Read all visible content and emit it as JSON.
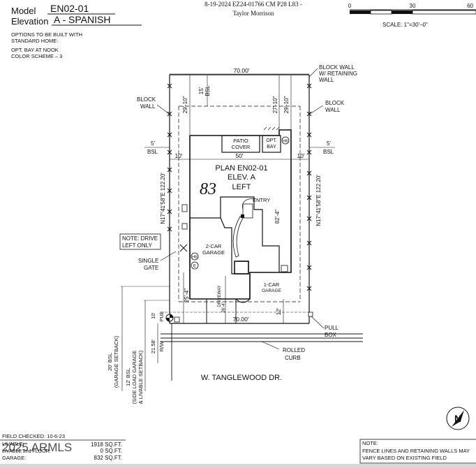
{
  "header": {
    "model_label": "Model",
    "model_value": "EN02-01",
    "elevation_label": "Elevation",
    "elevation_value": "A - SPANISH",
    "date_line": "8-19-2024 EZ24-01766 CM P28 L83 -",
    "builder": "Taylor Morrison",
    "options_line1": "OPTIONS TO BE BUILT WITH",
    "options_line2": "STANDARD HOME:",
    "option1": "OPT. BAY AT NOOK",
    "option2": "COLOR SCHEME  –  3"
  },
  "scale": {
    "ticks": [
      "0",
      "30",
      "60"
    ],
    "text": "SCALE:  1\"=30'–0\""
  },
  "labels": {
    "block_wall_retaining_1": "BLOCK WALL",
    "block_wall_retaining_2": "W/ RETAINING",
    "block_wall_retaining_3": "WALL",
    "block_wall_left_1": "BLOCK",
    "block_wall_left_2": "WALL",
    "block_wall_right_1": "BLOCK",
    "block_wall_right_2": "WALL",
    "bsl_left_dim": "5'",
    "bsl_left": "BSL",
    "bsl_right_dim": "5'",
    "bsl_right": "BSL",
    "note_drive_1": "NOTE: DRIVE",
    "note_drive_2": "LEFT ONLY",
    "single_gate_1": "SINGLE",
    "single_gate_2": "GATE",
    "pull_box_1": "PULL",
    "pull_box_2": "BOX",
    "rolled_curb_1": "ROLLED",
    "rolled_curb_2": "CURB",
    "street": "W. TANGLEWOOD DR.",
    "bsl_garage_1": "20' BSL",
    "bsl_garage_2": "(GARAGE SETBACK)",
    "bsl_side_1": "12' BSL",
    "bsl_side_2": "(SIDE LOAD GARAGE",
    "bsl_side_3": "& LIVABLE SETBACK)",
    "rw": "R/W",
    "rw_dim": "21.58'",
    "pue": "PUE",
    "pue_dim": "10'"
  },
  "dimensions": {
    "top_width": "70.00'",
    "bottom_width": "70.00'",
    "rear_bsl": "15'",
    "rear_bsl_label": "BSL",
    "rear_left": "29'-10\"",
    "rear_mid": "27'-10\"",
    "rear_right": "29'-10\"",
    "side_left": "10'",
    "house_width": "50'",
    "side_right": "10'",
    "house_depth": "82'-4\"",
    "front_left": "25'-4\"",
    "driveway_len": "26'-4\"",
    "front_right": "12'",
    "left_bearing": "N17°41'58\"E 122.20'",
    "right_bearing": "N17°41'58\"E 122.20'"
  },
  "plan": {
    "name": "PLAN EN02-01",
    "elevation": "ELEV. A",
    "handing": "LEFT",
    "lot": "83",
    "patio_1": "PATIO",
    "patio_2": "COVER",
    "bay_1": "OPT.",
    "bay_2": "BAY",
    "hb_top": "HB",
    "hb_left": "HB",
    "e_meter": "E",
    "entry": "ENTRY",
    "garage2_1": "2-CAR",
    "garage2_2": "GARAGE",
    "garage1_1": "1-CAR",
    "garage1_2": "GARAGE",
    "driveway": "DRIVEWAY"
  },
  "footer": {
    "field_checked": "FIELD CHECKED: 10-6-23",
    "watermark": "2025 ARMLS",
    "livable_label": "LIVABLE:",
    "livable_value": "1918 SQ.FT.",
    "livable2nd_label": "LIVABLE 2nd FLOOR:",
    "livable2nd_value": "0 SQ.FT.",
    "garage_label": "GARAGE:",
    "garage_value": "832 SQ.FT.",
    "note_title": "NOTE:",
    "note_line1": "FENCE LINES AND RETAINING WALLS MAY",
    "note_line2": "VARY BASED ON EXISTING FIELD"
  },
  "north_arrow": "N"
}
